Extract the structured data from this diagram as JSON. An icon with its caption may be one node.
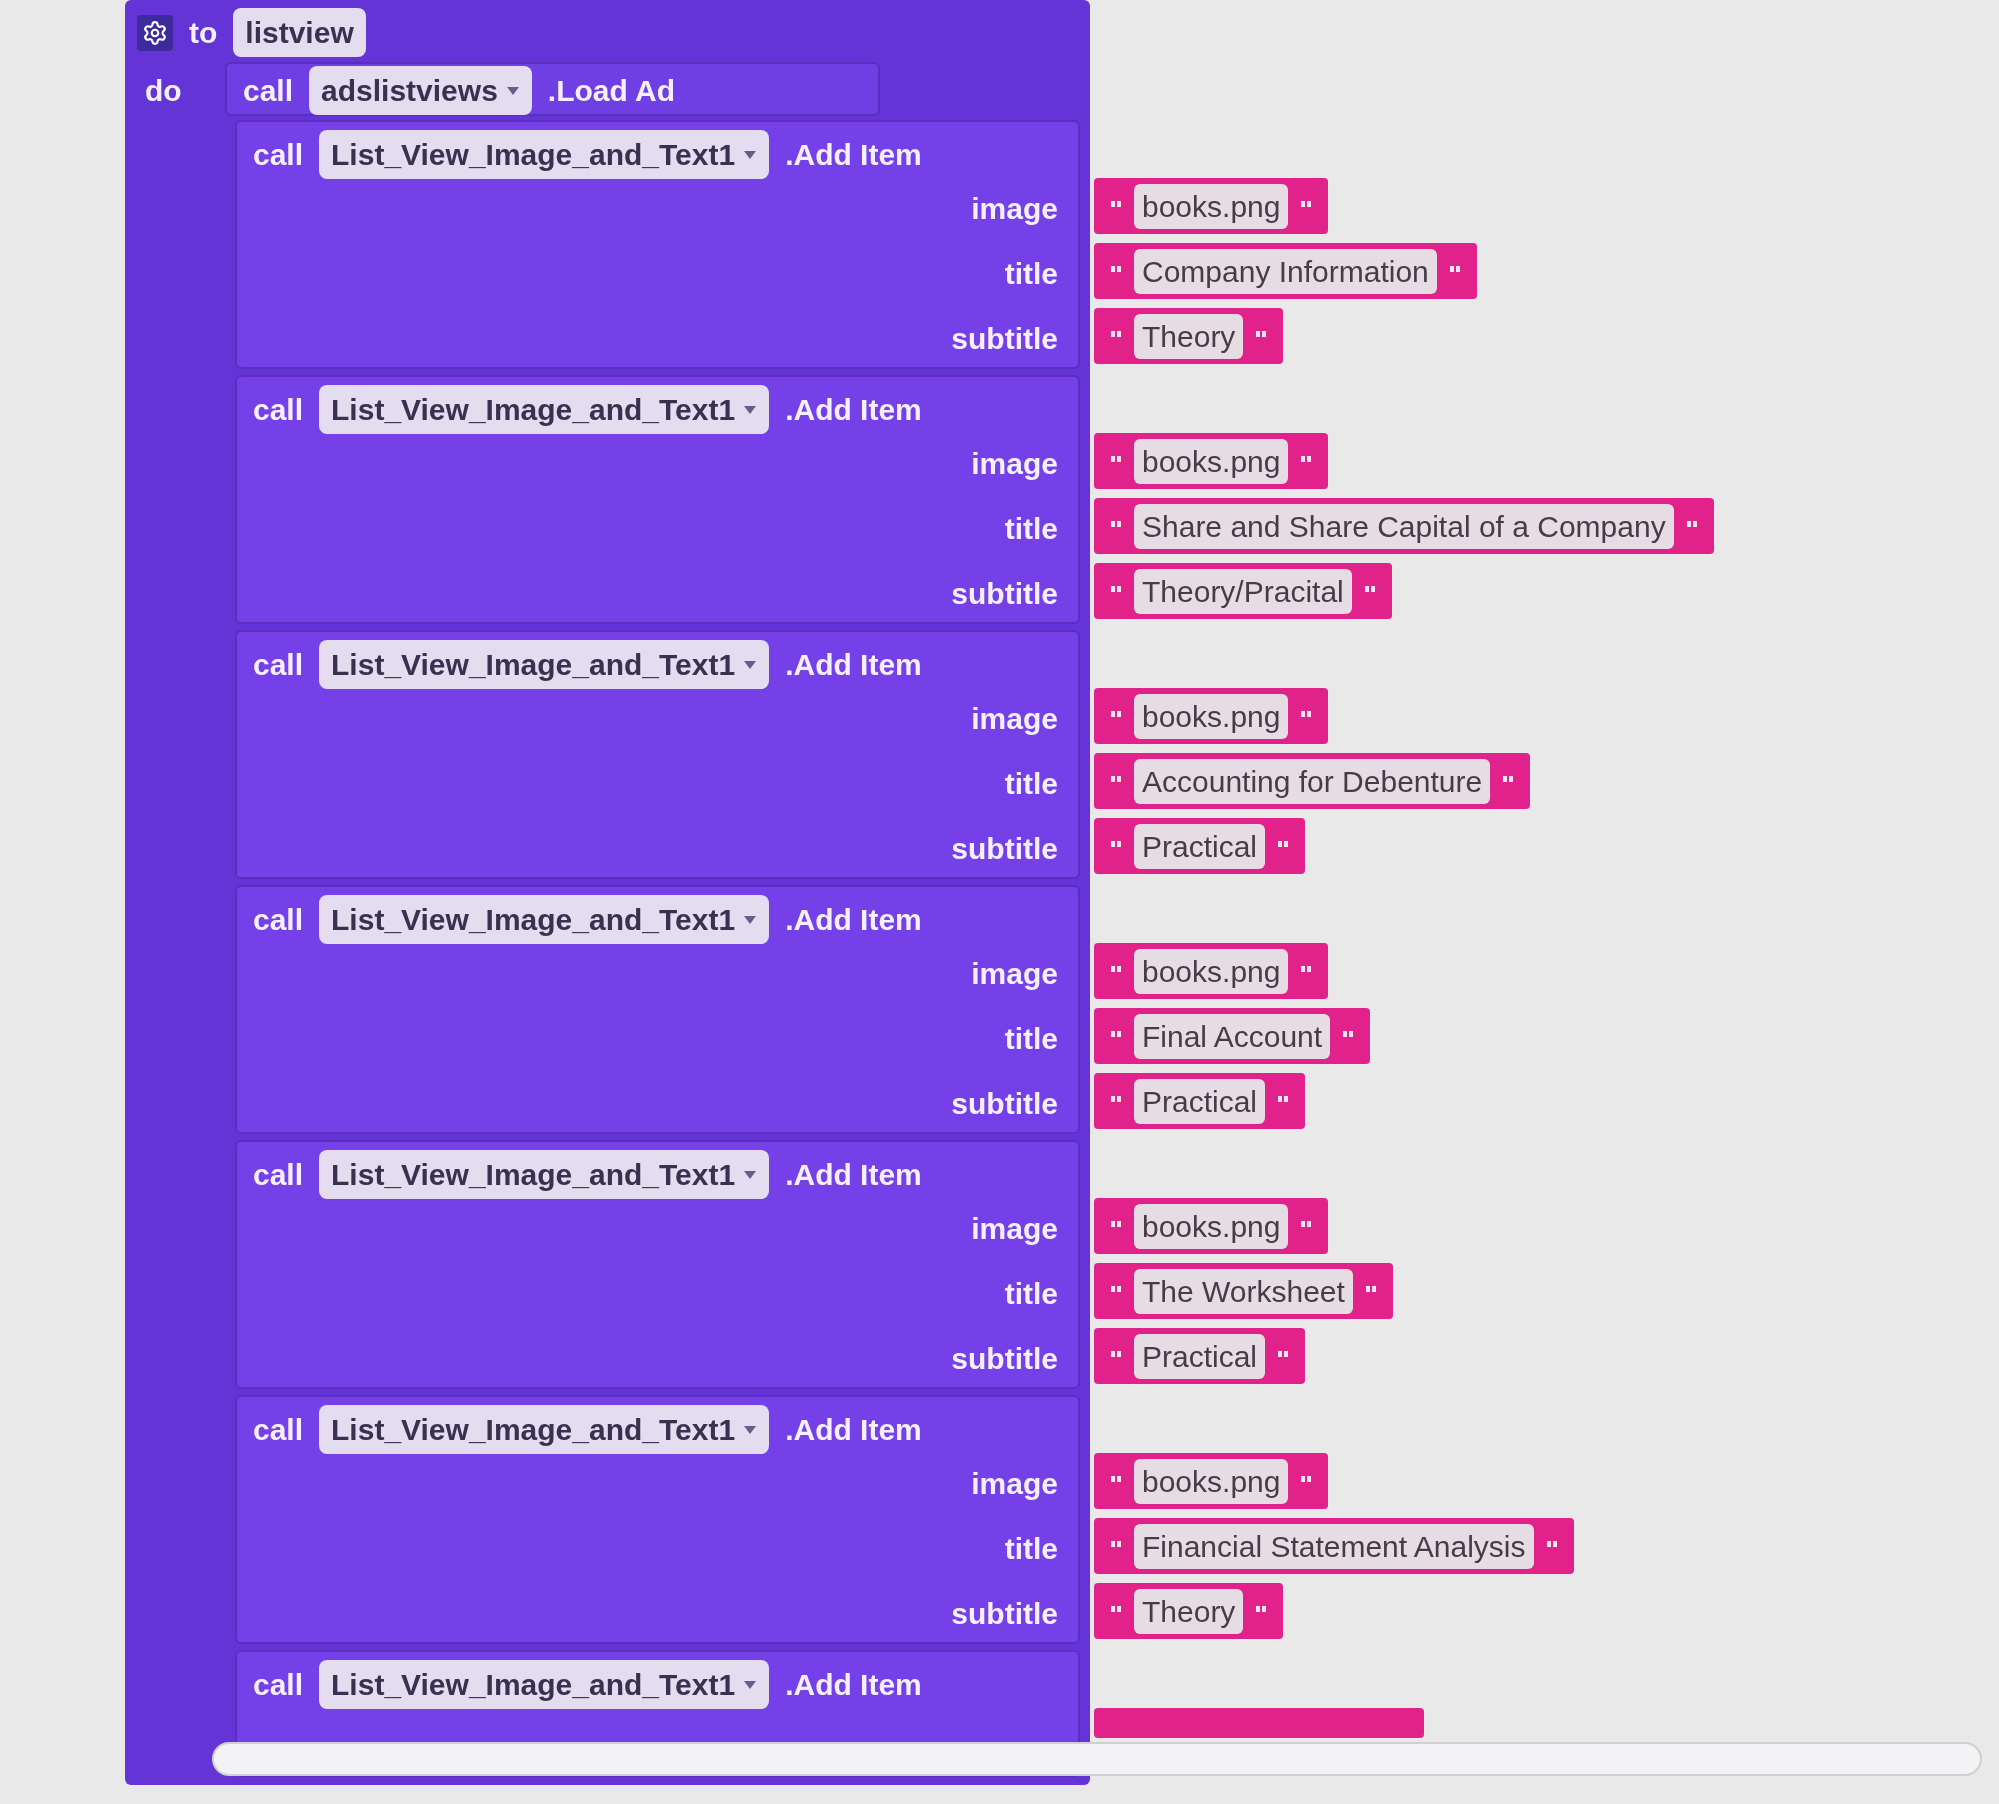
{
  "diagram": {
    "nodes": [
      {
        "text": [
          "to",
          "listview",
          "do"
        ]
      },
      {
        "text": [
          "call",
          "adslistviews",
          ".Load Ad"
        ],
        "in": 0
      },
      {
        "text": [
          "call",
          "List_View_Image_and_Text1",
          ".Add Item",
          "image",
          "title",
          "subtitle"
        ],
        "in": 0
      },
      {
        "text": [
          "books.png"
        ]
      },
      {
        "text": [
          "Company Information"
        ]
      },
      {
        "text": [
          "Theory"
        ]
      },
      {
        "text": [
          "call",
          "List_View_Image_and_Text1",
          ".Add Item",
          "image",
          "title",
          "subtitle"
        ],
        "in": 0
      },
      {
        "text": [
          "books.png"
        ]
      },
      {
        "text": [
          "Share and Share Capital of a Company"
        ]
      },
      {
        "text": [
          "Theory/Pracital"
        ]
      },
      {
        "text": [
          "call",
          "List_View_Image_and_Text1",
          ".Add Item",
          "image",
          "title",
          "subtitle"
        ],
        "in": 0
      },
      {
        "text": [
          "books.png"
        ]
      },
      {
        "text": [
          "Accounting for Debenture"
        ]
      },
      {
        "text": [
          "Practical"
        ]
      },
      {
        "text": [
          "call",
          "List_View_Image_and_Text1",
          ".Add Item",
          "image",
          "title",
          "subtitle"
        ],
        "in": 0
      },
      {
        "text": [
          "books.png"
        ]
      },
      {
        "text": [
          "Final Account"
        ]
      },
      {
        "text": [
          "Practical"
        ]
      },
      {
        "text": [
          "call",
          "List_View_Image_and_Text1",
          ".Add Item",
          "image",
          "title",
          "subtitle"
        ],
        "in": 0
      },
      {
        "text": [
          "books.png"
        ]
      },
      {
        "text": [
          "The Worksheet"
        ]
      },
      {
        "text": [
          "Practical"
        ]
      },
      {
        "text": [
          "call",
          "List_View_Image_and_Text1",
          ".Add Item",
          "image",
          "title",
          "subtitle"
        ],
        "in": 0
      },
      {
        "text": [
          "books.png"
        ]
      },
      {
        "text": [
          "Financial Statement Analysis"
        ]
      },
      {
        "text": [
          "Theory"
        ]
      },
      {
        "text": [
          "call",
          "List_View_Image_and_Text1",
          ".Add Item"
        ],
        "in": 0
      },
      {
        "text": [],
        "shape": "bar"
      }
    ]
  }
}
